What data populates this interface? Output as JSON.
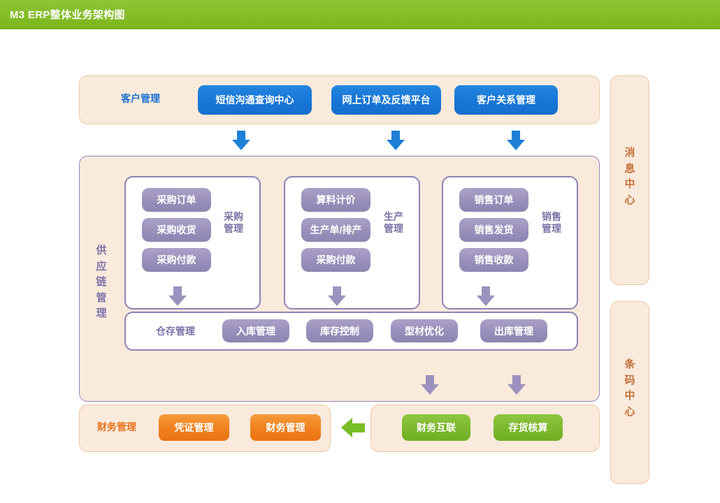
{
  "header": {
    "title": "M3 ERP整体业务架构图",
    "bg_color": "#7ab51d",
    "text_color": "#ffffff"
  },
  "colors": {
    "blue": "#1877d6",
    "purple": "#9c92bd",
    "orange": "#f0801d",
    "green": "#7cb82f",
    "peach_panel": "#faeadc",
    "peach_border": "#e9c9a8",
    "brown_text": "#c2703a"
  },
  "customer_section": {
    "label": "客户管理",
    "buttons": [
      {
        "label": "短信沟通查询中心"
      },
      {
        "label": "网上订单及反馈平台"
      },
      {
        "label": "客户关系管理"
      }
    ]
  },
  "supply_chain_section": {
    "label": "供应链管理",
    "modules": [
      {
        "title": "采购\n管理",
        "items": [
          "采购订单",
          "采购收货",
          "采购付款"
        ]
      },
      {
        "title": "生产\n管理",
        "items": [
          "算料计价",
          "生产单/排产",
          "采购付款"
        ]
      },
      {
        "title": "销售\n管理",
        "items": [
          "销售订单",
          "销售发货",
          "销售收款"
        ]
      }
    ],
    "warehouse": {
      "label": "仓存管理",
      "buttons": [
        "入库管理",
        "库存控制",
        "型材优化",
        "出库管理"
      ]
    }
  },
  "finance_section": {
    "label": "财务管理",
    "buttons": [
      "凭证管理",
      "财务管理"
    ]
  },
  "accounting_section": {
    "buttons": [
      "财务互联",
      "存货核算"
    ]
  },
  "sidebars": [
    {
      "label": "消息中心"
    },
    {
      "label": "条码中心"
    }
  ],
  "icons": {
    "arrow_down": "arrow-down-icon",
    "arrow_left": "arrow-left-icon"
  }
}
